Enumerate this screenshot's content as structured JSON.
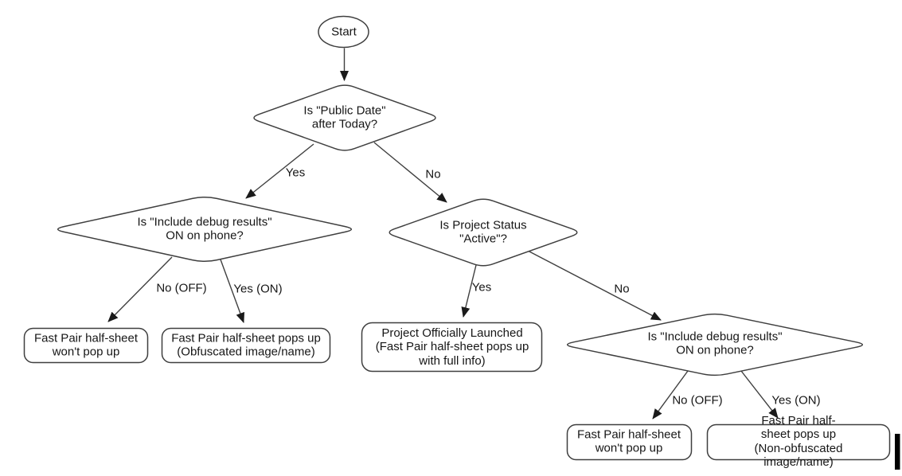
{
  "flowchart": {
    "start": {
      "label": "Start"
    },
    "decisions": {
      "public_date": {
        "label": "Is \"Public Date\"\nafter Today?"
      },
      "debug_left": {
        "label": "Is \"Include debug results\"\nON on phone?"
      },
      "project_status": {
        "label": "Is Project Status\n\"Active\"?"
      },
      "debug_right": {
        "label": "Is \"Include debug results\"\nON on phone?"
      }
    },
    "outcomes": {
      "no_popup_left": {
        "label": "Fast Pair half-sheet\nwon't pop up"
      },
      "obfuscated": {
        "label": "Fast Pair half-sheet pops up\n(Obfuscated image/name)"
      },
      "launched": {
        "label": "Project Officially Launched\n(Fast Pair half-sheet pops up\nwith full info)"
      },
      "no_popup_right": {
        "label": "Fast Pair half-sheet\nwon't pop up"
      },
      "non_obfuscated": {
        "label": "Fast Pair half-sheet pops up\n(Non-obfuscated image/name)"
      }
    },
    "edge_labels": {
      "public_date_yes": "Yes",
      "public_date_no": "No",
      "debug_left_no": "No (OFF)",
      "debug_left_yes": "Yes (ON)",
      "project_status_yes": "Yes",
      "project_status_no": "No",
      "debug_right_no": "No (OFF)",
      "debug_right_yes": "Yes (ON)"
    },
    "colors": {
      "background": "#ffffff",
      "shape_stroke": "#3f3f3f",
      "text": "#161616",
      "caret": "#000000"
    }
  }
}
